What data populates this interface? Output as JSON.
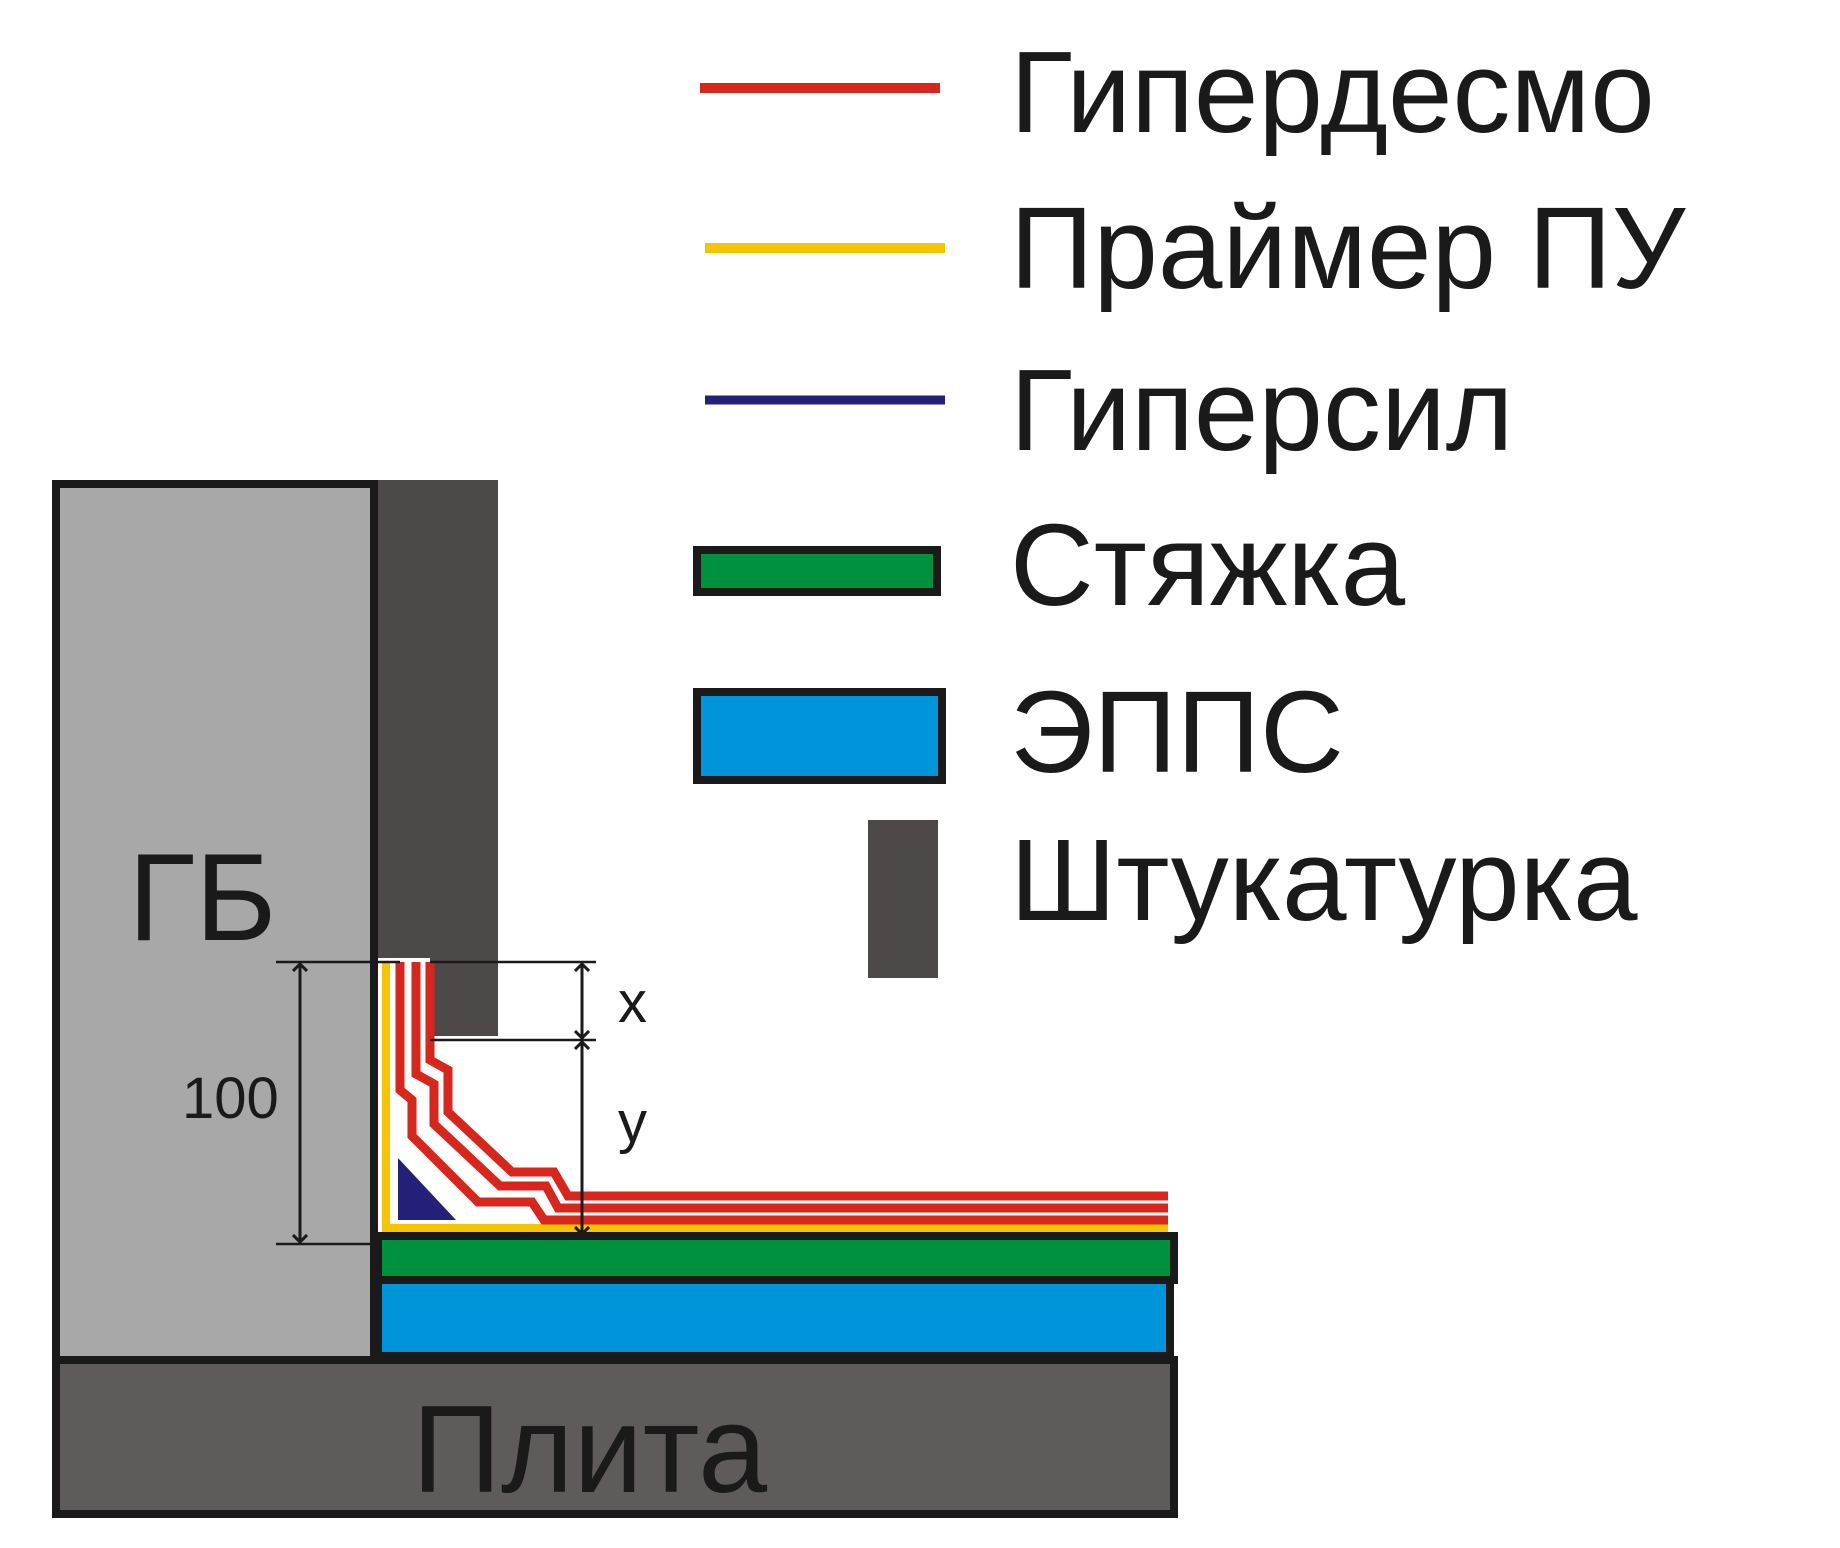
{
  "colors": {
    "hyperdesmo": "#d9261c",
    "primer": "#f7c500",
    "hypersil": "#23207a",
    "screed": "#00913f",
    "epps": "#0095da",
    "plaster": "#4c4948",
    "slab": "#5f5b5a",
    "gas_block": "#a8a8a8",
    "outline": "#1a1a1a"
  },
  "legend": [
    {
      "key": "hyperdesmo",
      "label": "Гипердесмо",
      "swatch": "line-red-icon"
    },
    {
      "key": "primer",
      "label": "Праймер ПУ",
      "swatch": "line-yellow-icon"
    },
    {
      "key": "hypersil",
      "label": "Гиперсил",
      "swatch": "line-navy-icon"
    },
    {
      "key": "screed",
      "label": "Стяжка",
      "swatch": "bar-green-icon"
    },
    {
      "key": "epps",
      "label": "ЭППС",
      "swatch": "bar-blue-icon"
    },
    {
      "key": "plaster",
      "label": "Штукатурка",
      "swatch": "block-gray-icon"
    }
  ],
  "diagram": {
    "wall_label": "ГБ",
    "slab_label": "Плита",
    "height_dimension": "100",
    "dim_x_label": "x",
    "dim_y_label": "y"
  }
}
